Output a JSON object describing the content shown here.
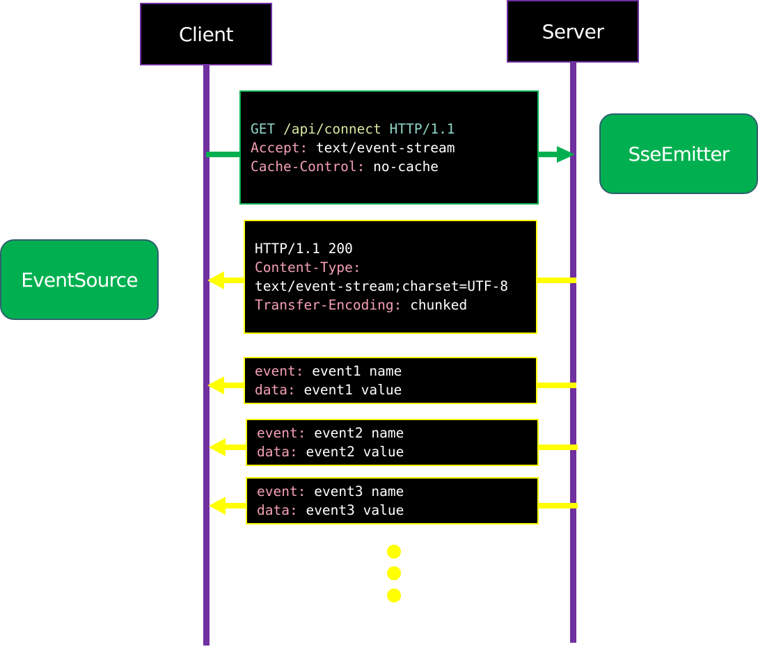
{
  "actors": {
    "client": "Client",
    "server": "Server"
  },
  "components": {
    "server_side": "SseEmitter",
    "client_side": "EventSource"
  },
  "request": {
    "method": "GET",
    "path": "/api/connect",
    "protocol": "HTTP/1.1",
    "headers": [
      {
        "key": "Accept:",
        "value": "text/event-stream"
      },
      {
        "key": "Cache-Control:",
        "value": "no-cache"
      }
    ]
  },
  "response": {
    "status_line": "HTTP/1.1 200",
    "content_type_key": "Content-Type:",
    "content_type_value": "text/event-stream;charset=UTF-8",
    "transfer_encoding_key": "Transfer-Encoding:",
    "transfer_encoding_value": "chunked"
  },
  "events": [
    {
      "event_key": "event:",
      "event_value": "event1 name",
      "data_key": "data:",
      "data_value": "event1 value"
    },
    {
      "event_key": "event:",
      "event_value": "event2 name",
      "data_key": "data:",
      "data_value": "event2 value"
    },
    {
      "event_key": "event:",
      "event_value": "event3 name",
      "data_key": "data:",
      "data_value": "event3 value"
    }
  ],
  "colors": {
    "lifeline": "#7030a0",
    "request_arrow": "#00b050",
    "response_arrow": "#ffff00",
    "component_fill": "#00b050",
    "header_key": "#f4a0b3",
    "method": "#8fd5c7",
    "path": "#d5e8a1"
  }
}
